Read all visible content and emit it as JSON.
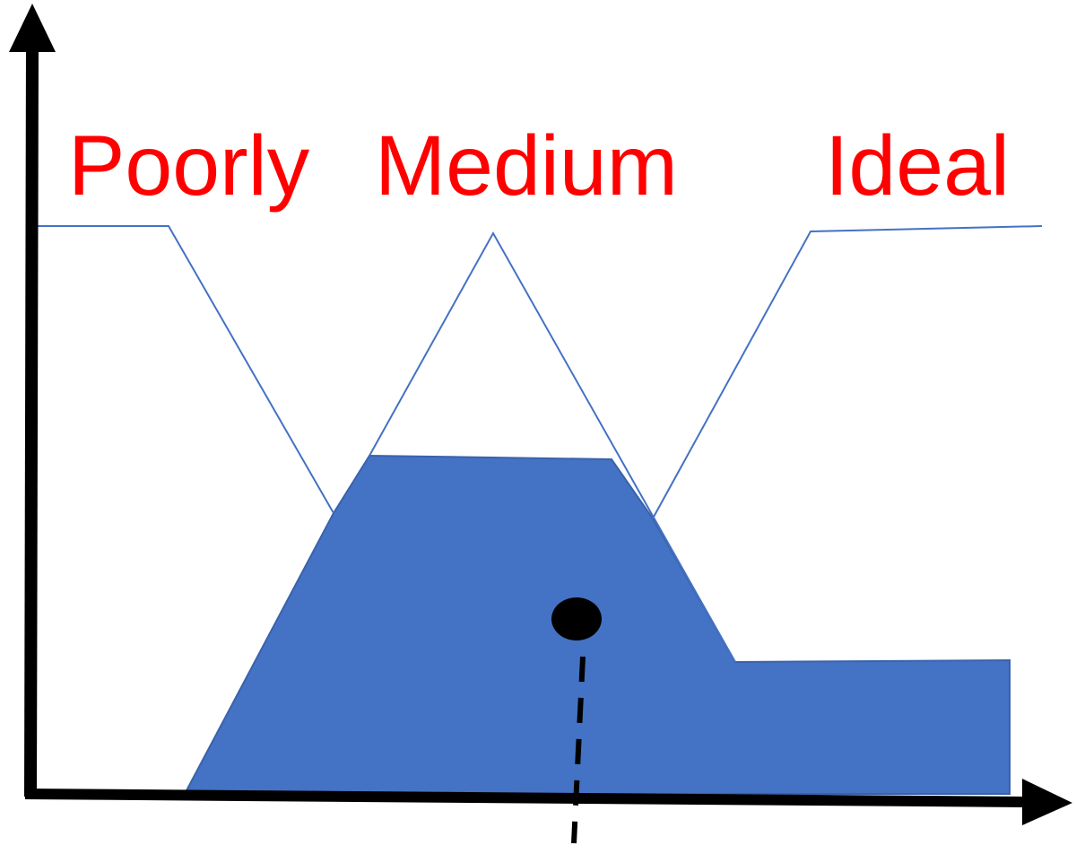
{
  "diagram": {
    "labels": {
      "poorly": "Poorly",
      "medium": "Medium",
      "ideal": "Ideal"
    },
    "colors": {
      "label": "#ff0000",
      "membership_line": "#4472c4",
      "aggregated_area": "#4472c4",
      "axes": "#000000",
      "centroid": "#000000"
    }
  }
}
